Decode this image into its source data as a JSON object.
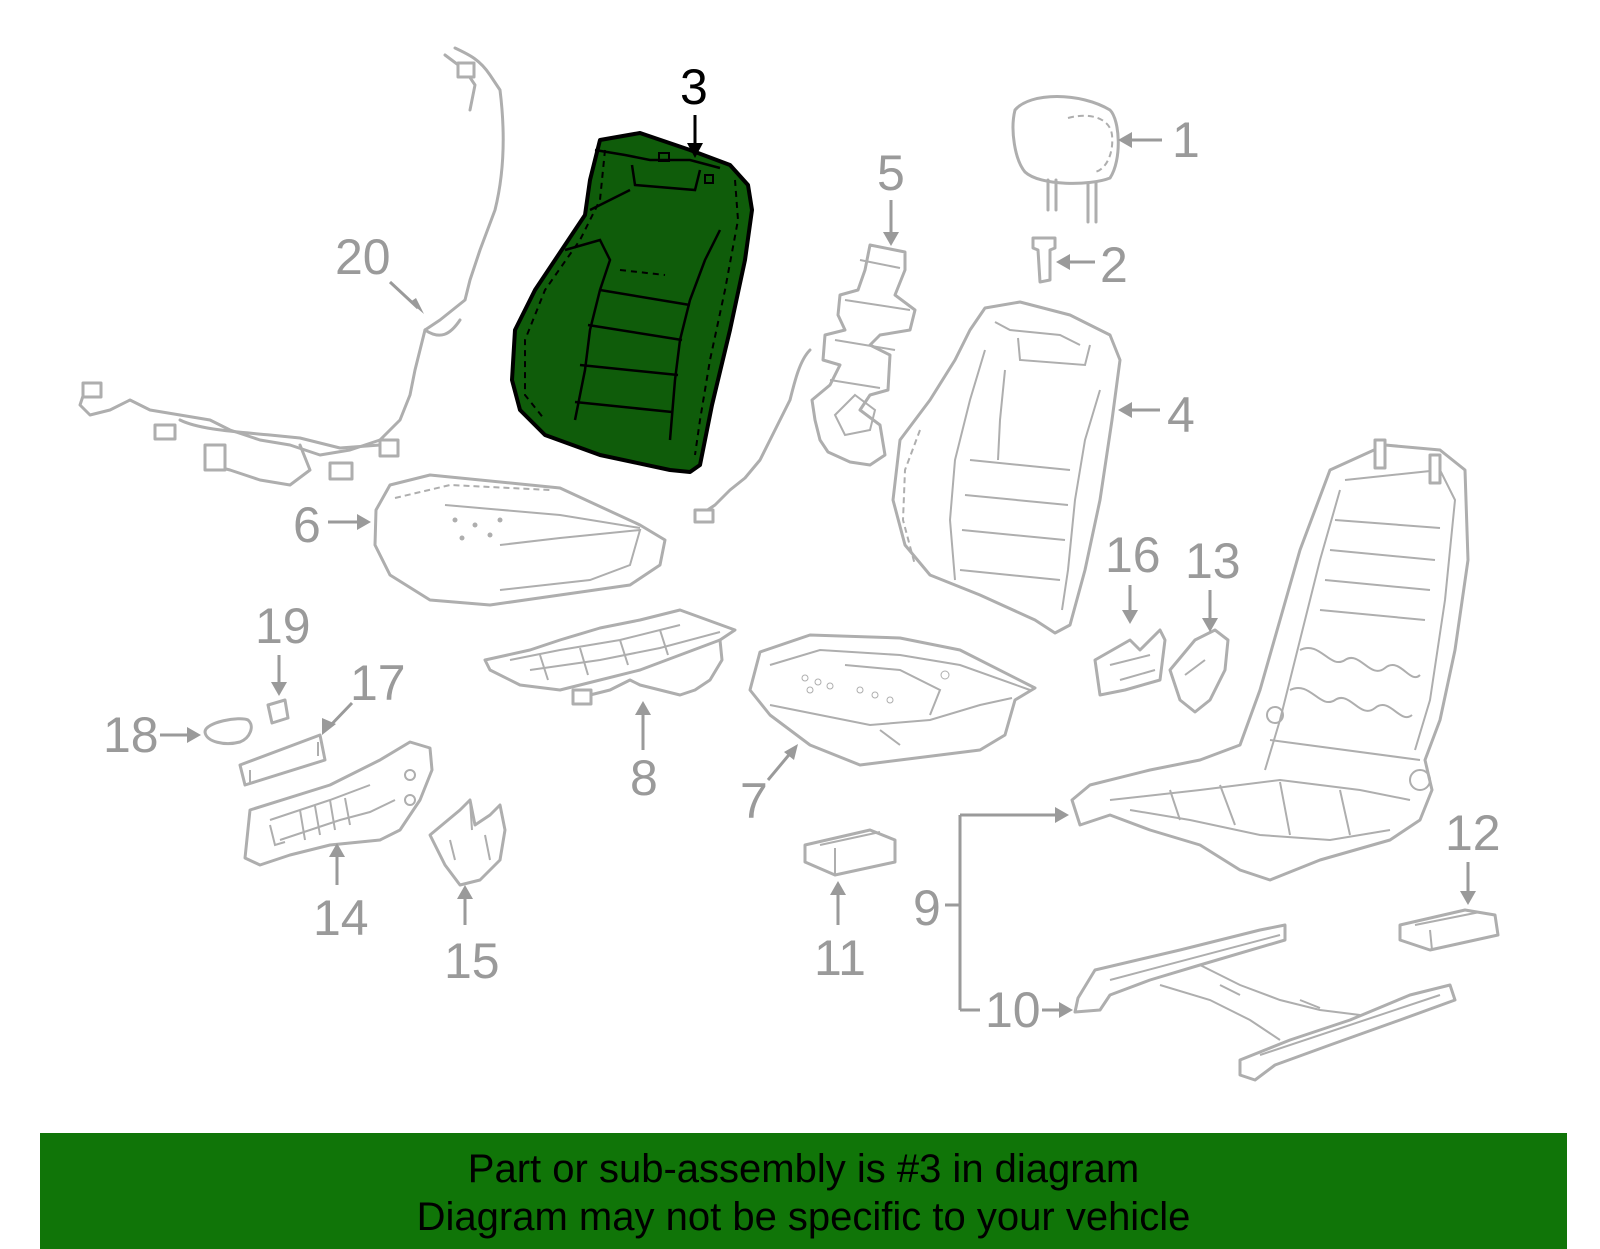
{
  "diagram": {
    "highlighted_part": "3",
    "callouts": [
      "1",
      "2",
      "3",
      "4",
      "5",
      "6",
      "7",
      "8",
      "9",
      "10",
      "11",
      "12",
      "13",
      "14",
      "15",
      "16",
      "17",
      "18",
      "19",
      "20"
    ],
    "colors": {
      "highlight_fill": "#0f5c0a",
      "banner": "#107508",
      "part_stroke": "#aeaeae"
    }
  },
  "banner": {
    "line1": "Part or sub-assembly is #3 in diagram",
    "line2": "Diagram may not be specific to your vehicle"
  }
}
